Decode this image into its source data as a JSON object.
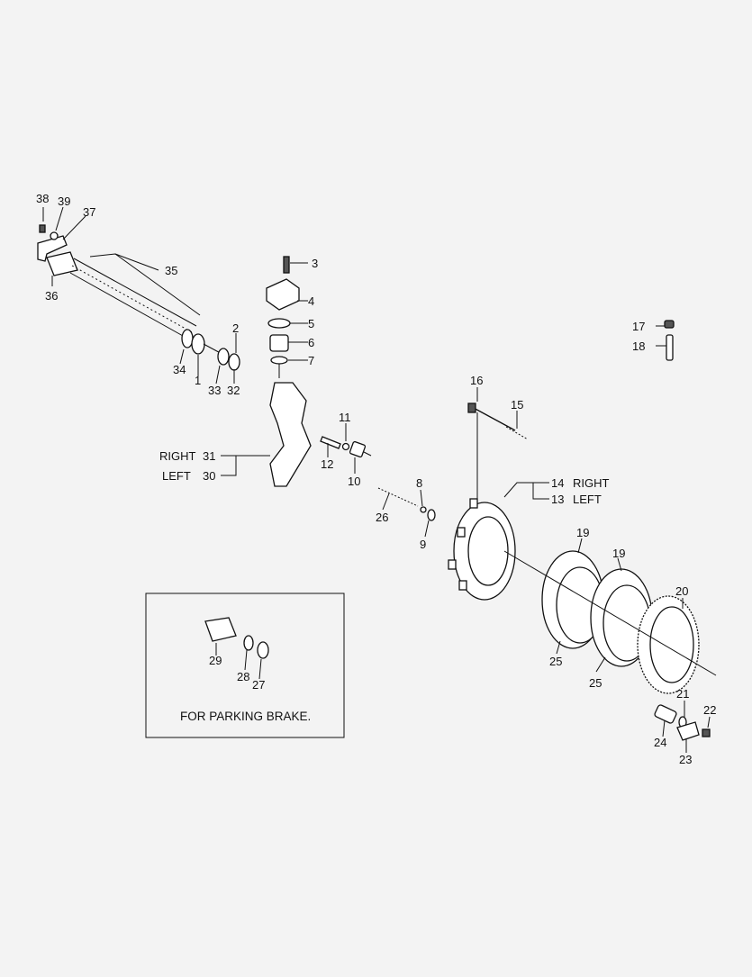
{
  "callouts": {
    "p1": "1",
    "p2": "2",
    "p3": "3",
    "p4": "4",
    "p5": "5",
    "p6": "6",
    "p7": "7",
    "p8": "8",
    "p9": "9",
    "p10": "10",
    "p11": "11",
    "p12": "12",
    "p13": "13",
    "p14": "14",
    "p15": "15",
    "p16": "16",
    "p17": "17",
    "p18": "18",
    "p19a": "19",
    "p19b": "19",
    "p20": "20",
    "p21": "21",
    "p22": "22",
    "p23": "23",
    "p24": "24",
    "p25a": "25",
    "p25b": "25",
    "p26": "26",
    "p27": "27",
    "p28": "28",
    "p29": "29",
    "p30": "30",
    "p31": "31",
    "p32": "32",
    "p33": "33",
    "p34": "34",
    "p35": "35",
    "p36": "36",
    "p37": "37",
    "p38": "38",
    "p39": "39"
  },
  "side_labels": {
    "right_31": "RIGHT",
    "left_30": "LEFT",
    "right_14": "RIGHT",
    "left_13": "LEFT"
  },
  "inset": {
    "caption": "FOR PARKING BRAKE."
  }
}
